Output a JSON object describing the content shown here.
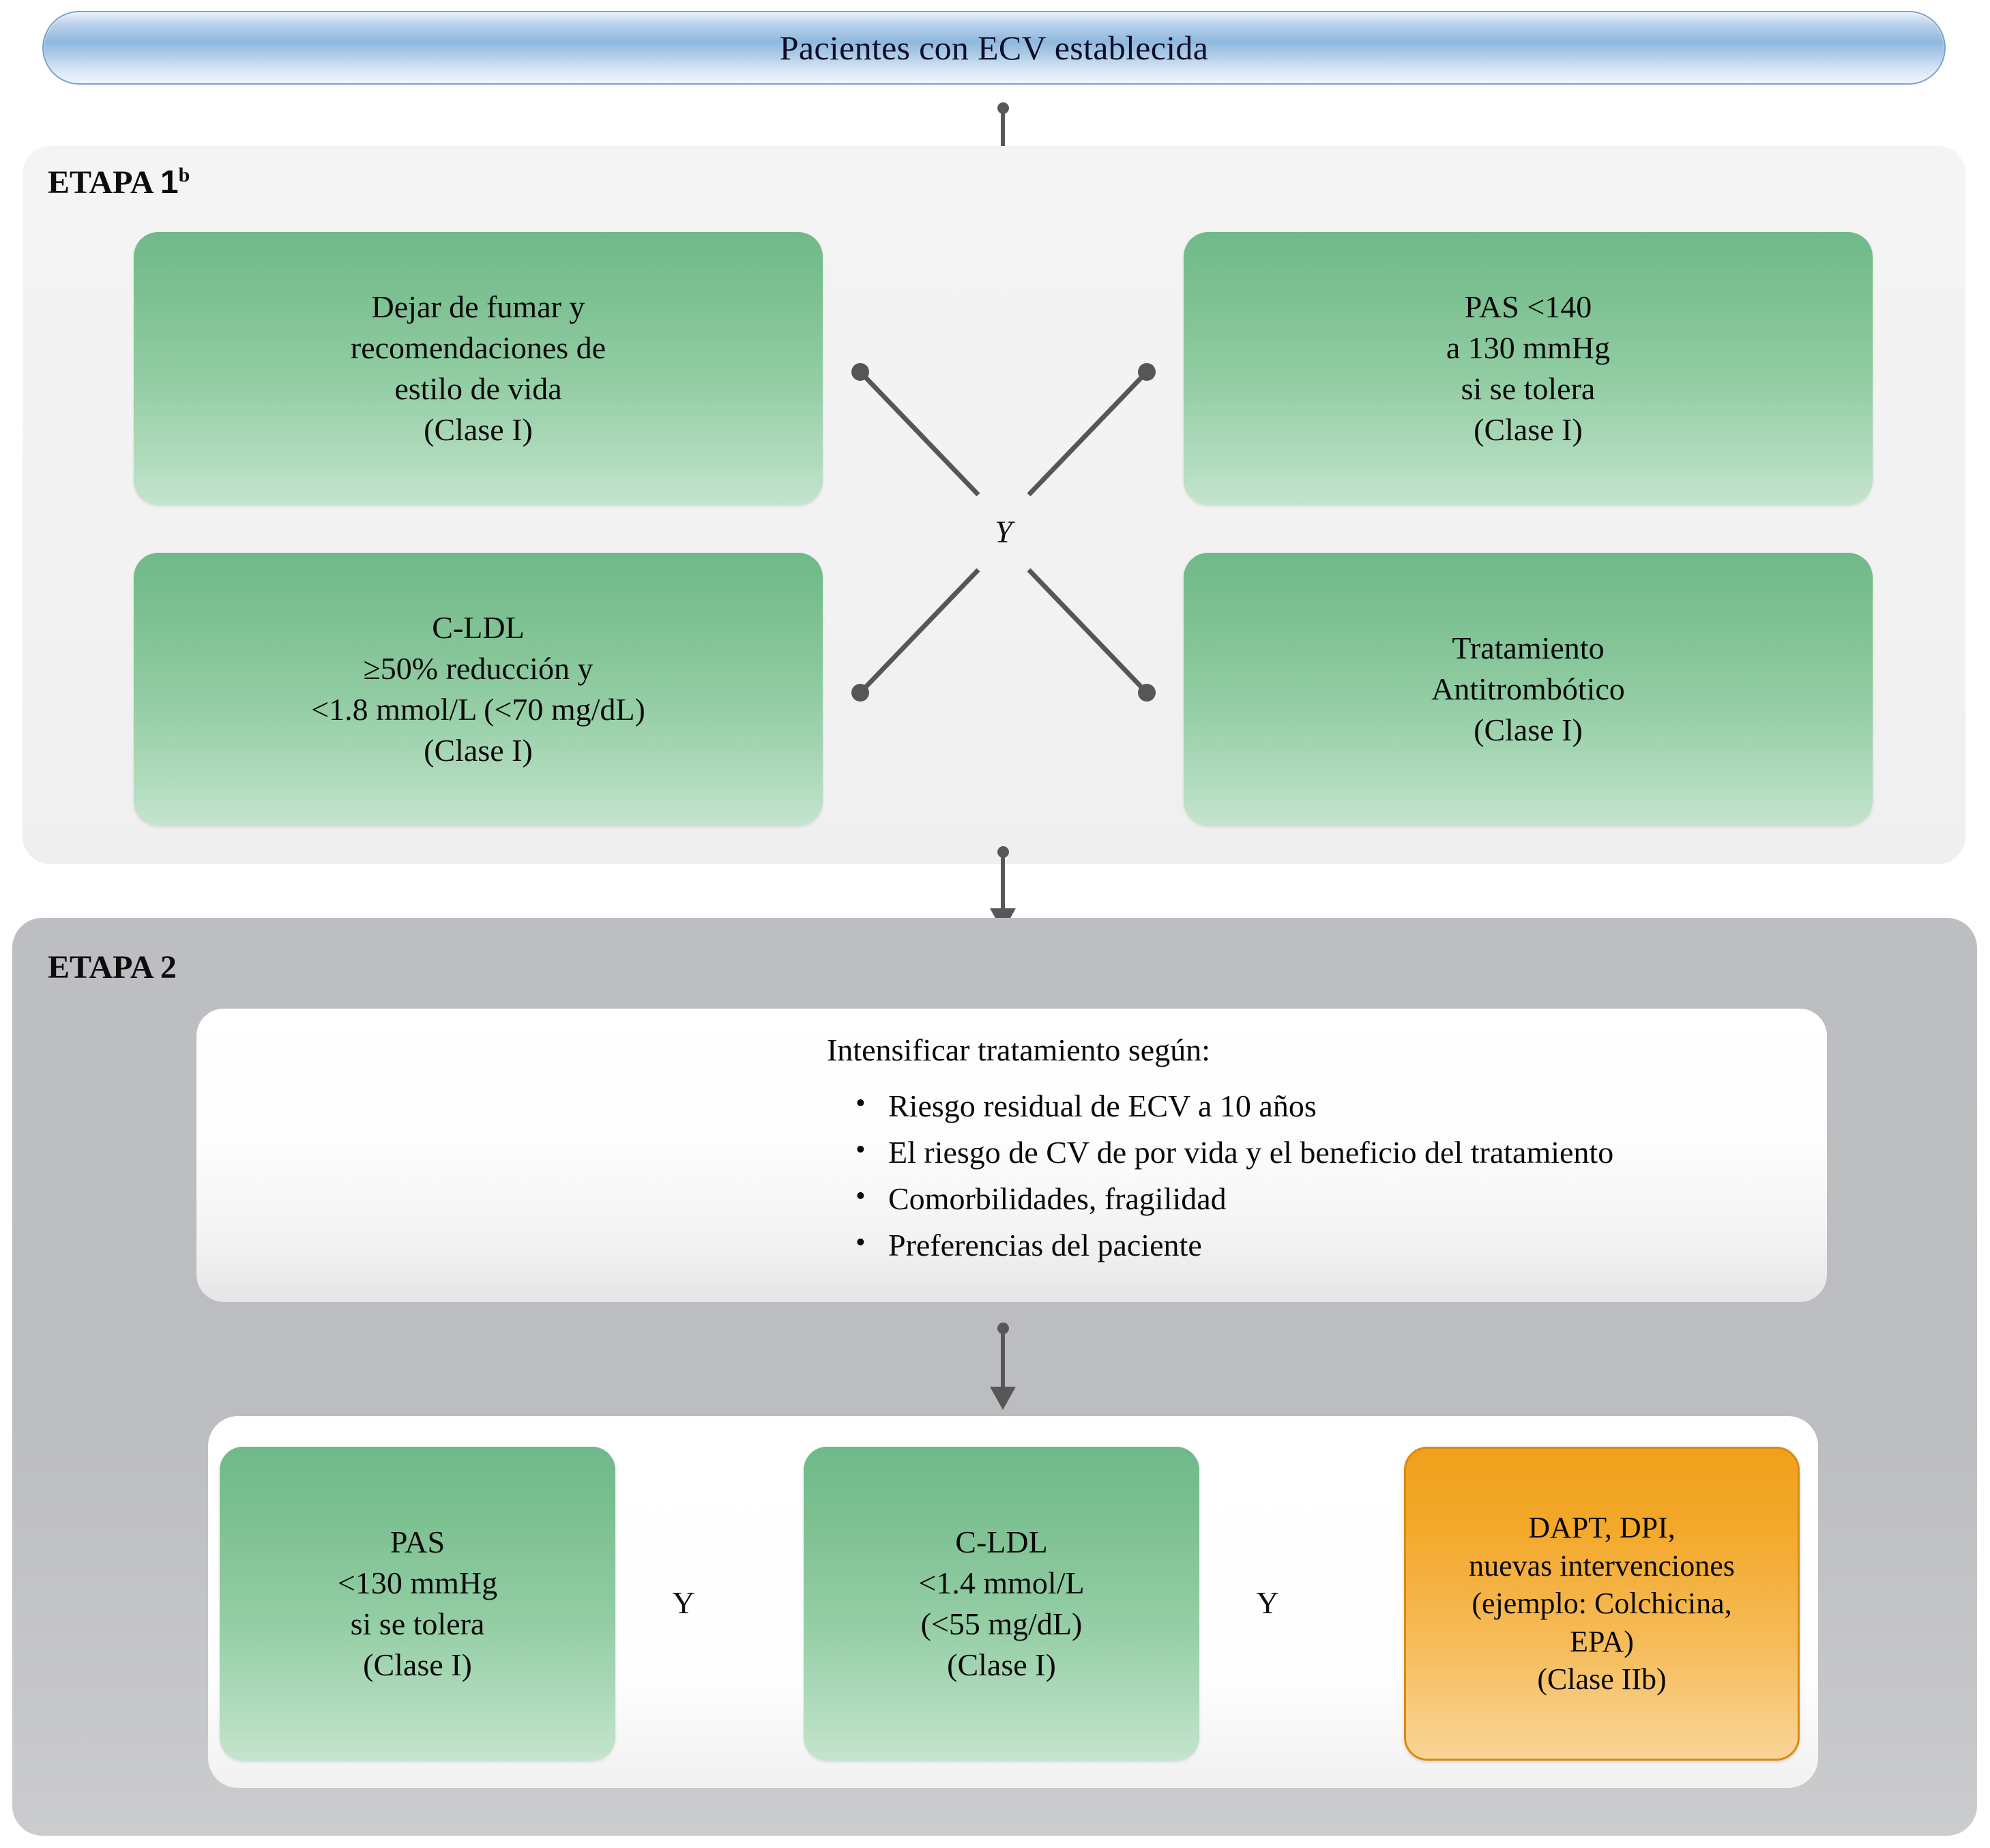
{
  "banner": {
    "title": "Pacientes con ECV establecida"
  },
  "stage1": {
    "label": "ETAPA 1",
    "label_prefix": "ETAPA ",
    "label_number": "1",
    "label_superscript": "b",
    "connector_label": "Y",
    "boxes": [
      {
        "name": "smoking-lifestyle",
        "lines": [
          "Dejar de fumar y",
          "recomendaciones de",
          "estilo de vida",
          "(Clase I)"
        ],
        "class": "Clase I",
        "color": "#7cc091"
      },
      {
        "name": "systolic-bp",
        "lines": [
          "PAS <140",
          "a 130 mmHg",
          "si se tolera",
          "(Clase I)"
        ],
        "class": "Clase I",
        "color": "#7cc091"
      },
      {
        "name": "ldl-cholesterol",
        "lines": [
          "C-LDL",
          "≥50% reducción y",
          "<1.8 mmol/L (<70 mg/dL)",
          "(Clase I)"
        ],
        "class": "Clase I",
        "color": "#7cc091"
      },
      {
        "name": "antithrombotic",
        "lines": [
          "Tratamiento",
          "Antitrombótico",
          "(Clase I)"
        ],
        "class": "Clase I",
        "color": "#7cc091"
      }
    ]
  },
  "stage2": {
    "label": "ETAPA 2",
    "intensify": {
      "title": "Intensificar tratamiento según:",
      "bullets": [
        "Riesgo residual de ECV a 10 años",
        "El riesgo de CV de por vida y el beneficio del tratamiento",
        "Comorbilidades, fragilidad",
        "Preferencias del paciente"
      ]
    },
    "separator_label": "Y",
    "boxes": [
      {
        "name": "systolic-bp-intensive",
        "lines": [
          "PAS",
          "<130 mmHg",
          "si se tolera",
          "(Clase I)"
        ],
        "class": "Clase I",
        "color": "#7cc091"
      },
      {
        "name": "ldl-intensive",
        "lines": [
          "C-LDL",
          "<1.4 mmol/L",
          "(<55 mg/dL)",
          "(Clase I)"
        ],
        "class": "Clase I",
        "color": "#7cc091"
      },
      {
        "name": "dapt-new-interventions",
        "lines": [
          "DAPT, DPI,",
          "nuevas intervenciones",
          "(ejemplo: Colchicina,",
          "EPA)",
          "(Clase IIb)"
        ],
        "class": "Clase IIb",
        "color": "#f3a82a"
      }
    ]
  },
  "colors": {
    "banner_blue": "#8fb8dd",
    "stage1_panel": "#f2f2f2",
    "stage2_panel": "#bcbdc0",
    "green_box": "#7cc091",
    "orange_box": "#f3a82a",
    "orange_border": "#d98b14",
    "arrow": "#575757"
  }
}
